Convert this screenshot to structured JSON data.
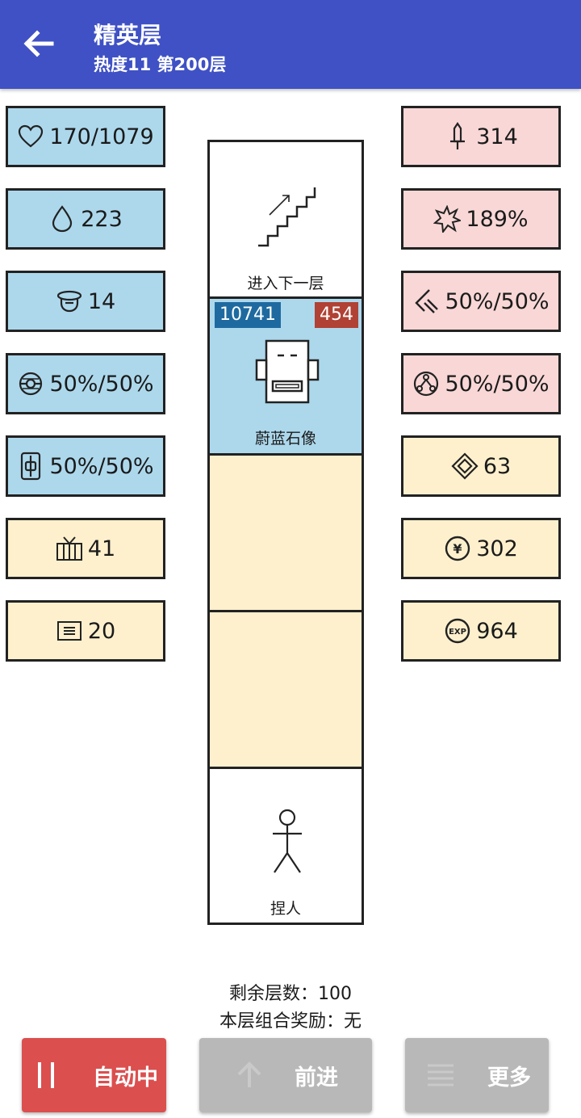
{
  "header": {
    "title": "精英层",
    "subtitle": "热度11 第200层"
  },
  "left_stats": [
    {
      "icon": "heart-icon",
      "value": "170/1079",
      "color": "blue"
    },
    {
      "icon": "droplet-icon",
      "value": "223",
      "color": "blue"
    },
    {
      "icon": "helmet-icon",
      "value": "14",
      "color": "blue"
    },
    {
      "icon": "orb-icon",
      "value": "50%/50%",
      "color": "blue"
    },
    {
      "icon": "armor-icon",
      "value": "50%/50%",
      "color": "blue"
    },
    {
      "icon": "crate-icon",
      "value": "41",
      "color": "cream"
    },
    {
      "icon": "scroll-icon",
      "value": "20",
      "color": "cream"
    }
  ],
  "right_stats": [
    {
      "icon": "sword-icon",
      "value": "314",
      "color": "pink"
    },
    {
      "icon": "burst-icon",
      "value": "189%",
      "color": "pink"
    },
    {
      "icon": "slash-icon",
      "value": "50%/50%",
      "color": "pink"
    },
    {
      "icon": "triangle-rune-icon",
      "value": "50%/50%",
      "color": "pink"
    },
    {
      "icon": "diamond-icon",
      "value": "63",
      "color": "cream"
    },
    {
      "icon": "yen-coin-icon",
      "value": "302",
      "color": "cream"
    },
    {
      "icon": "exp-icon",
      "value": "964",
      "color": "cream"
    }
  ],
  "column": {
    "stairs_label": "进入下一层",
    "enemy": {
      "name": "蔚蓝石像",
      "hp": "10741",
      "atk": "454"
    },
    "player_label": "捏人"
  },
  "info": {
    "remaining": "剩余层数：100",
    "bonus": "本层组合奖励：无"
  },
  "buttons": {
    "auto": "自动中",
    "forward": "前进",
    "more": "更多"
  },
  "colors": {
    "appbar": "#3f51c4",
    "blue": "#add8ec",
    "pink": "#f8d7d6",
    "cream": "#fef0cd",
    "auto_button": "#db4f4f",
    "disabled_button": "#b8b8b8"
  }
}
